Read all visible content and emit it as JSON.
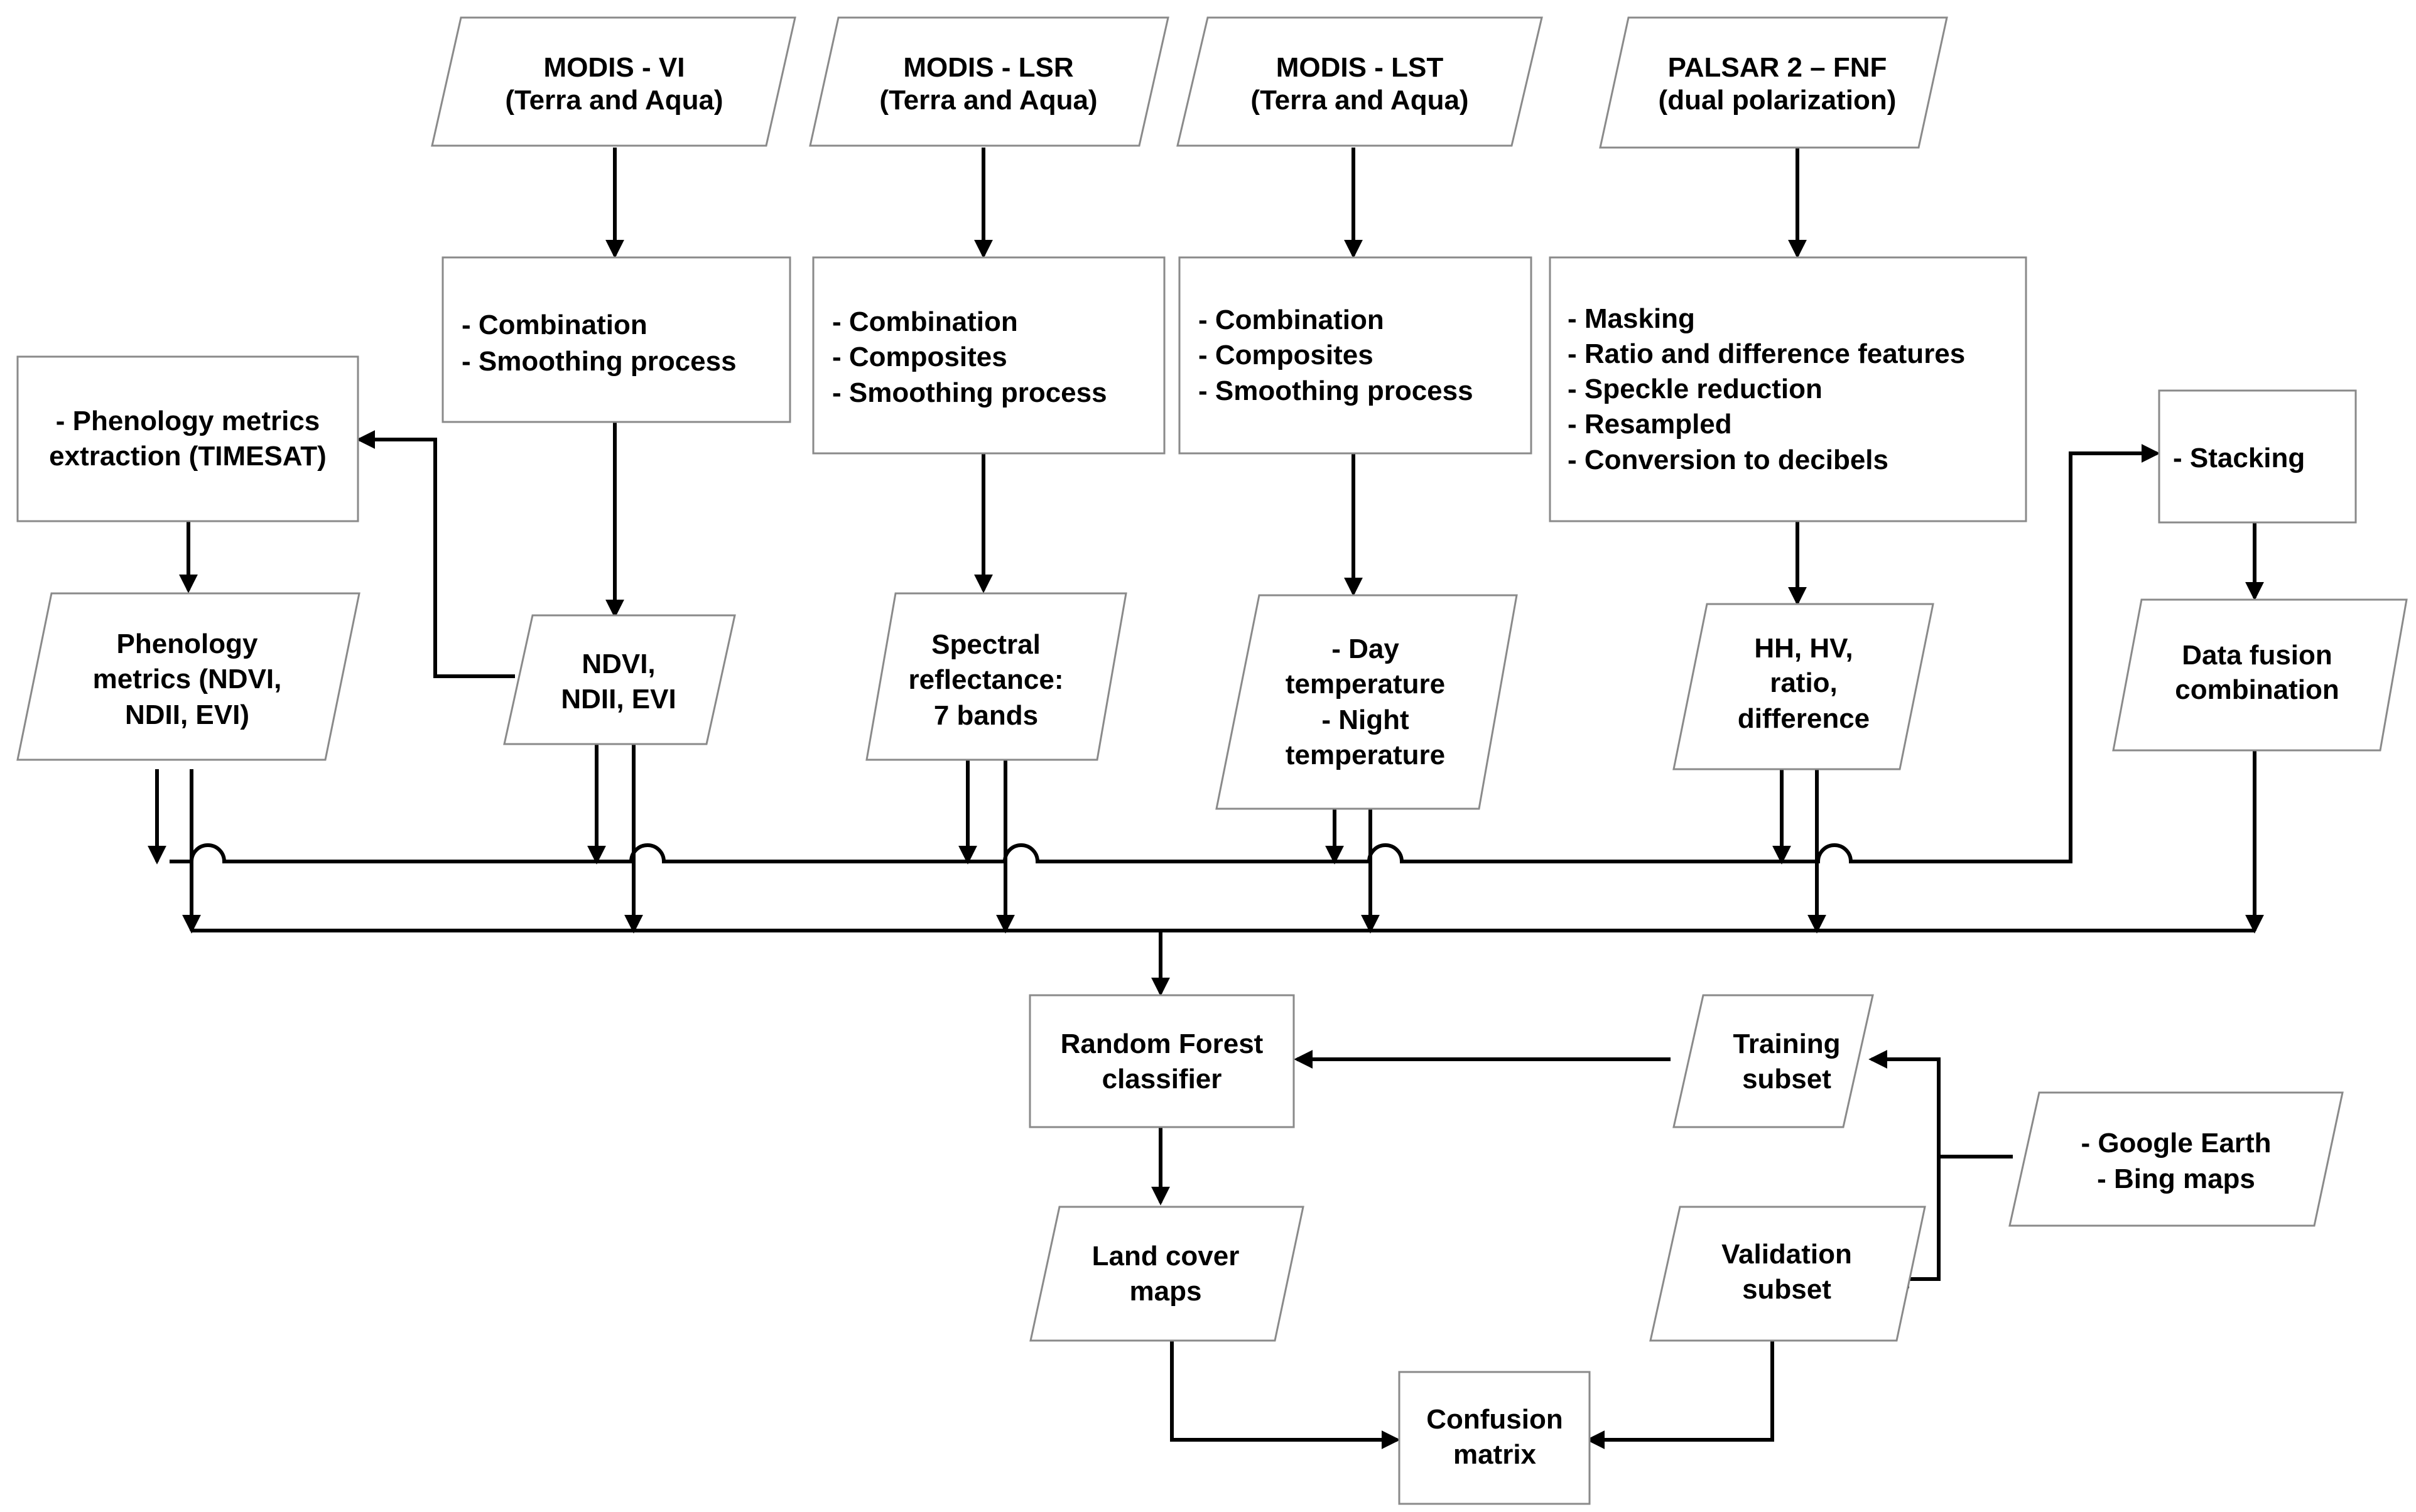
{
  "nodes": {
    "modis_vi": {
      "shape": "parallelogram",
      "lines": [
        "MODIS  - VI",
        "(Terra and Aqua)"
      ]
    },
    "modis_lsr": {
      "shape": "parallelogram",
      "lines": [
        "MODIS  - LSR",
        "(Terra and Aqua)"
      ]
    },
    "modis_lst": {
      "shape": "parallelogram",
      "lines": [
        "MODIS  - LST",
        "(Terra and Aqua)"
      ]
    },
    "palsar": {
      "shape": "parallelogram",
      "lines": [
        "PALSAR 2 – FNF",
        "(dual polarization)"
      ]
    },
    "proc_vi": {
      "shape": "rectangle",
      "lines": [
        "- Combination",
        "- Smoothing process"
      ]
    },
    "proc_lsr": {
      "shape": "rectangle",
      "lines": [
        "- Combination",
        "- Composites",
        "- Smoothing process"
      ]
    },
    "proc_lst": {
      "shape": "rectangle",
      "lines": [
        "- Combination",
        "- Composites",
        "- Smoothing process"
      ]
    },
    "proc_palsar": {
      "shape": "rectangle",
      "lines": [
        "- Masking",
        "- Ratio and difference features",
        "- Speckle reduction",
        "- Resampled",
        "- Conversion to decibels"
      ]
    },
    "pheno_extract": {
      "shape": "rectangle",
      "lines": [
        "- Phenology metrics",
        "extraction (TIMESAT)"
      ]
    },
    "pheno_metrics": {
      "shape": "parallelogram",
      "lines": [
        "Phenology",
        "metrics (NDVI,",
        "NDII,  EVI)"
      ]
    },
    "ndvi": {
      "shape": "parallelogram",
      "lines": [
        "NDVI,",
        "NDII,  EVI"
      ]
    },
    "spectral": {
      "shape": "parallelogram",
      "lines": [
        "Spectral",
        "reflectance:",
        "7 bands"
      ]
    },
    "temperature": {
      "shape": "parallelogram",
      "lines": [
        "- Day",
        "temperature",
        "- Night",
        "temperature"
      ]
    },
    "hh_hv": {
      "shape": "parallelogram",
      "lines": [
        "HH,  HV,",
        "ratio,",
        "difference"
      ]
    },
    "stacking": {
      "shape": "rectangle",
      "lines": [
        "- Stacking"
      ]
    },
    "data_fusion": {
      "shape": "parallelogram",
      "lines": [
        "Data fusion",
        "combination"
      ]
    },
    "random_forest": {
      "shape": "rectangle",
      "lines": [
        "Random Forest",
        "classifier"
      ]
    },
    "training": {
      "shape": "parallelogram",
      "lines": [
        "Training",
        "subset"
      ]
    },
    "google": {
      "shape": "parallelogram",
      "lines": [
        "- Google Earth",
        "- Bing maps"
      ]
    },
    "land_cover": {
      "shape": "parallelogram",
      "lines": [
        "Land cover",
        "maps"
      ]
    },
    "validation": {
      "shape": "parallelogram",
      "lines": [
        "Validation",
        "subset"
      ]
    },
    "confusion": {
      "shape": "rectangle",
      "lines": [
        "Confusion",
        "matrix"
      ]
    }
  },
  "edges": [
    {
      "from": "modis_vi",
      "to": "proc_vi"
    },
    {
      "from": "modis_lsr",
      "to": "proc_lsr"
    },
    {
      "from": "modis_lst",
      "to": "proc_lst"
    },
    {
      "from": "palsar",
      "to": "proc_palsar"
    },
    {
      "from": "proc_vi",
      "to": "ndvi"
    },
    {
      "from": "proc_lsr",
      "to": "spectral"
    },
    {
      "from": "proc_lst",
      "to": "temperature"
    },
    {
      "from": "proc_palsar",
      "to": "hh_hv"
    },
    {
      "from": "ndvi",
      "to": "pheno_extract"
    },
    {
      "from": "pheno_extract",
      "to": "pheno_metrics"
    },
    {
      "from": "pheno_metrics",
      "to": "stacking"
    },
    {
      "from": "ndvi",
      "to": "stacking"
    },
    {
      "from": "spectral",
      "to": "stacking"
    },
    {
      "from": "temperature",
      "to": "stacking"
    },
    {
      "from": "hh_hv",
      "to": "stacking"
    },
    {
      "from": "stacking",
      "to": "data_fusion"
    },
    {
      "from": "pheno_metrics",
      "to": "random_forest"
    },
    {
      "from": "ndvi",
      "to": "random_forest"
    },
    {
      "from": "spectral",
      "to": "random_forest"
    },
    {
      "from": "temperature",
      "to": "random_forest"
    },
    {
      "from": "hh_hv",
      "to": "random_forest"
    },
    {
      "from": "data_fusion",
      "to": "random_forest"
    },
    {
      "from": "training",
      "to": "random_forest"
    },
    {
      "from": "google",
      "to": "training"
    },
    {
      "from": "google",
      "to": "validation"
    },
    {
      "from": "random_forest",
      "to": "land_cover"
    },
    {
      "from": "land_cover",
      "to": "confusion"
    },
    {
      "from": "validation",
      "to": "confusion"
    }
  ]
}
